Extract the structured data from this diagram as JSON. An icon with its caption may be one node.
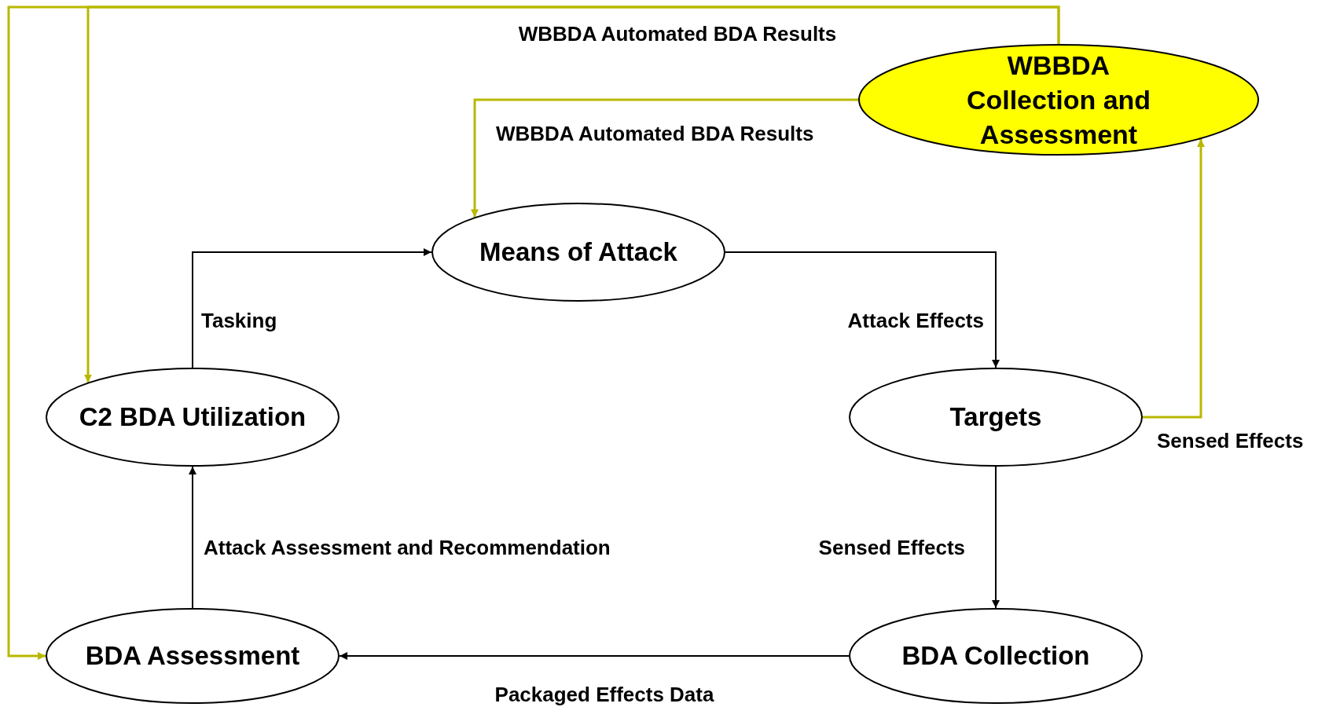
{
  "diagram": {
    "nodes": [
      {
        "text": [
          "WBBDA Collection and Assessment"
        ]
      },
      {
        "text": [
          "Means of Attack"
        ]
      },
      {
        "text": [
          "C2 BDA Utilization"
        ]
      },
      {
        "text": [
          "Targets"
        ]
      },
      {
        "text": [
          "BDA Assessment"
        ]
      },
      {
        "text": [
          "BDA Collection"
        ]
      }
    ],
    "edges": [
      {
        "from": 1,
        "to": 3,
        "arrow": "to",
        "label": "Attack Effects"
      },
      {
        "from": 3,
        "to": 5,
        "arrow": "to",
        "label": "Sensed Effects"
      },
      {
        "from": 5,
        "to": 4,
        "arrow": "to",
        "label": "Packaged Effects Data"
      },
      {
        "from": 4,
        "to": 2,
        "arrow": "to",
        "label": "Attack Assessment and Recommendation"
      },
      {
        "from": 2,
        "to": 1,
        "arrow": "to",
        "label": "Tasking"
      },
      {
        "from": 3,
        "to": 0,
        "arrow": "to",
        "label": "Sensed Effects",
        "color": "#b8b800"
      },
      {
        "from": 0,
        "to": 1,
        "arrow": "to",
        "label": "WBBDA Automated BDA Results",
        "color": "#b8b800"
      },
      {
        "from": 0,
        "to": 2,
        "arrow": "to",
        "label": "WBBDA Automated BDA Results",
        "color": "#b8b800"
      },
      {
        "from": 0,
        "to": 4,
        "arrow": "to",
        "color": "#b8b800"
      }
    ]
  }
}
